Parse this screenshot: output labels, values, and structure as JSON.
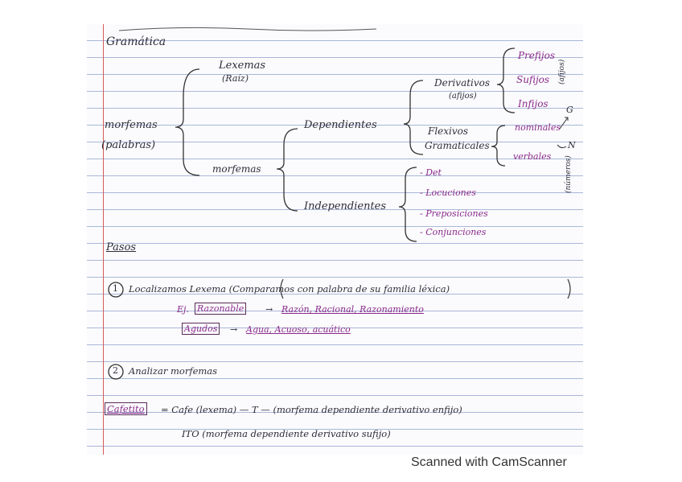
{
  "title": "Gramática",
  "tree": {
    "root": "morfemas",
    "root_sub": "(palabras)",
    "lexemas": "Lexemas",
    "lexemas_sub": "(Raíz)",
    "morfemas": "morfemas",
    "dependientes": "Dependientes",
    "independientes": "Independientes",
    "derivativos": "Derivativos",
    "derivativos_sub": "(afijos)",
    "prefijos": "Prefijos",
    "sufijos": "Sufijos",
    "infijos": "Infijos",
    "afijos_side": "(afijos)",
    "flexivos": "Flexivos",
    "gramaticales": "Gramaticales",
    "nominales": "nominales",
    "verbales": "verbales",
    "g_mark": "G",
    "n_mark": "N",
    "numeros_side": "(números)",
    "ind_items": [
      "- Det",
      "- Locuciones",
      "- Preposiciones",
      "- Conjunciones"
    ]
  },
  "pasos": {
    "heading": "Pasos",
    "step1_num": "1",
    "step1_text": "Localizamos Lexema (Comparamos con palabra de su familia léxica)",
    "ej1_prefix": "Ej.",
    "ej1_word": "Razonable",
    "ej1_arrow": "→",
    "ej1_words": "Razón, Racional, Razonamiento",
    "ej2_word": "Agudos",
    "ej2_arrow": "→",
    "ej2_words": "Agua, Acuoso, acuático",
    "step2_num": "2",
    "step2_text": "Analizar morfemas",
    "formula_word": "Cafetito",
    "formula_text": "= Cafe (lexema) — T — (morfema dependiente derivativo enfijo)",
    "formula_line2": "ITO (morfema dependiente derivativo sufijo)"
  },
  "watermark": "Scanned with CamScanner"
}
